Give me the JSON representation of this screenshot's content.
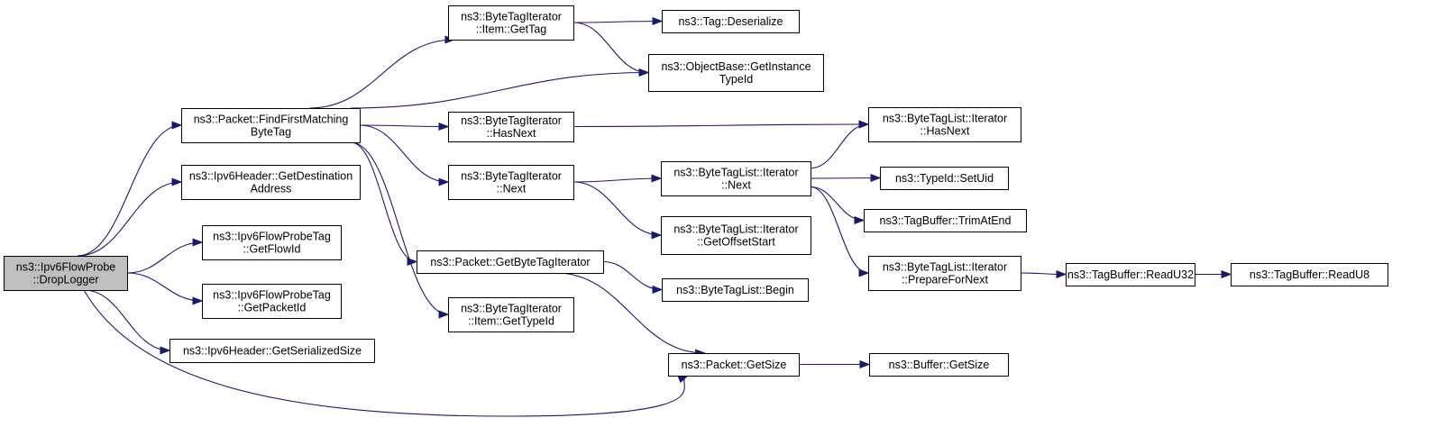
{
  "diagram": {
    "type": "call-graph",
    "edge_color": "#191970",
    "root_fill": "#bfbfbf",
    "node_fill": "#ffffff",
    "nodes": [
      {
        "id": "root",
        "lines": [
          "ns3::Ipv6FlowProbe",
          "::DropLogger"
        ],
        "root": true
      },
      {
        "id": "ffm",
        "lines": [
          "ns3::Packet::FindFirstMatching",
          "ByteTag"
        ]
      },
      {
        "id": "gda",
        "lines": [
          "ns3::Ipv6Header::GetDestination",
          "Address"
        ]
      },
      {
        "id": "gfi",
        "lines": [
          "ns3::Ipv6FlowProbeTag",
          "::GetFlowId"
        ]
      },
      {
        "id": "gpi",
        "lines": [
          "ns3::Ipv6FlowProbeTag",
          "::GetPacketId"
        ]
      },
      {
        "id": "gss",
        "lines": [
          "ns3::Ipv6Header::GetSerializedSize"
        ]
      },
      {
        "id": "big",
        "lines": [
          "ns3::ByteTagIterator",
          "::Item::GetTag"
        ]
      },
      {
        "id": "bhn",
        "lines": [
          "ns3::ByteTagIterator",
          "::HasNext"
        ]
      },
      {
        "id": "bnx",
        "lines": [
          "ns3::ByteTagIterator",
          "::Next"
        ]
      },
      {
        "id": "gbti",
        "lines": [
          "ns3::Packet::GetByteTagIterator"
        ]
      },
      {
        "id": "bgti",
        "lines": [
          "ns3::ByteTagIterator",
          "::Item::GetTypeId"
        ]
      },
      {
        "id": "pgs",
        "lines": [
          "ns3::Packet::GetSize"
        ]
      },
      {
        "id": "tdes",
        "lines": [
          "ns3::Tag::Deserialize"
        ]
      },
      {
        "id": "gitid",
        "lines": [
          "ns3::ObjectBase::GetInstance",
          "TypeId"
        ]
      },
      {
        "id": "lnx",
        "lines": [
          "ns3::ByteTagList::Iterator",
          "::Next"
        ]
      },
      {
        "id": "lgos",
        "lines": [
          "ns3::ByteTagList::Iterator",
          "::GetOffsetStart"
        ]
      },
      {
        "id": "lbeg",
        "lines": [
          "ns3::ByteTagList::Begin"
        ]
      },
      {
        "id": "bgs",
        "lines": [
          "ns3::Buffer::GetSize"
        ]
      },
      {
        "id": "lhn",
        "lines": [
          "ns3::ByteTagList::Iterator",
          "::HasNext"
        ]
      },
      {
        "id": "tsu",
        "lines": [
          "ns3::TypeId::SetUid"
        ]
      },
      {
        "id": "ttae",
        "lines": [
          "ns3::TagBuffer::TrimAtEnd"
        ]
      },
      {
        "id": "lpfn",
        "lines": [
          "ns3::ByteTagList::Iterator",
          "::PrepareForNext"
        ]
      },
      {
        "id": "tru32",
        "lines": [
          "ns3::TagBuffer::ReadU32"
        ]
      },
      {
        "id": "tru8",
        "lines": [
          "ns3::TagBuffer::ReadU8"
        ]
      }
    ],
    "edges": [
      [
        "root",
        "ffm"
      ],
      [
        "root",
        "gda"
      ],
      [
        "root",
        "gfi"
      ],
      [
        "root",
        "gpi"
      ],
      [
        "root",
        "gss"
      ],
      [
        "root",
        "pgs"
      ],
      [
        "ffm",
        "big"
      ],
      [
        "ffm",
        "gitid"
      ],
      [
        "ffm",
        "bhn"
      ],
      [
        "ffm",
        "bnx"
      ],
      [
        "ffm",
        "gbti"
      ],
      [
        "ffm",
        "bgti"
      ],
      [
        "big",
        "tdes"
      ],
      [
        "big",
        "gitid"
      ],
      [
        "bhn",
        "lhn"
      ],
      [
        "bnx",
        "lnx"
      ],
      [
        "bnx",
        "lgos"
      ],
      [
        "gbti",
        "lbeg"
      ],
      [
        "gbti",
        "pgs"
      ],
      [
        "pgs",
        "bgs"
      ],
      [
        "lnx",
        "lhn"
      ],
      [
        "lnx",
        "tsu"
      ],
      [
        "lnx",
        "ttae"
      ],
      [
        "lnx",
        "lpfn"
      ],
      [
        "lpfn",
        "tru32"
      ],
      [
        "tru32",
        "tru8"
      ]
    ]
  }
}
